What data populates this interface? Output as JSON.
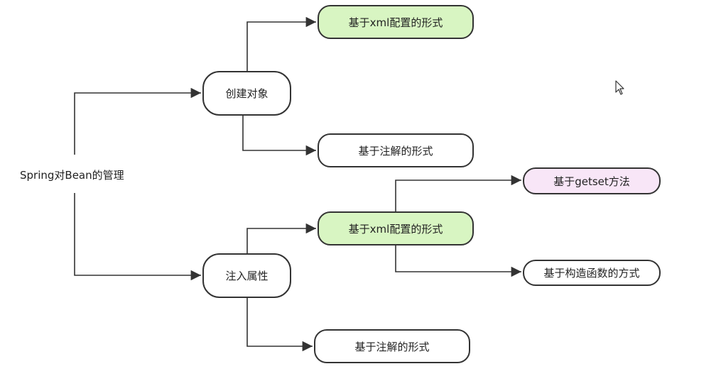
{
  "root": {
    "label": "Spring对Bean的管理"
  },
  "branches": [
    {
      "label": "创建对象",
      "children": [
        {
          "label": "基于xml配置的形式",
          "highlight": "green"
        },
        {
          "label": "基于注解的形式",
          "highlight": "none"
        }
      ]
    },
    {
      "label": "注入属性",
      "children": [
        {
          "label": "基于xml配置的形式",
          "highlight": "green",
          "children": [
            {
              "label": "基于getset方法",
              "highlight": "pink"
            },
            {
              "label": "基于构造函数的方式",
              "highlight": "none"
            }
          ]
        },
        {
          "label": "基于注解的形式",
          "highlight": "none"
        }
      ]
    }
  ],
  "colors": {
    "line": "#333333",
    "green": "#d8f5c2",
    "pink": "#f8e6f7"
  },
  "icons": {
    "cursor": "mouse-pointer-icon"
  }
}
